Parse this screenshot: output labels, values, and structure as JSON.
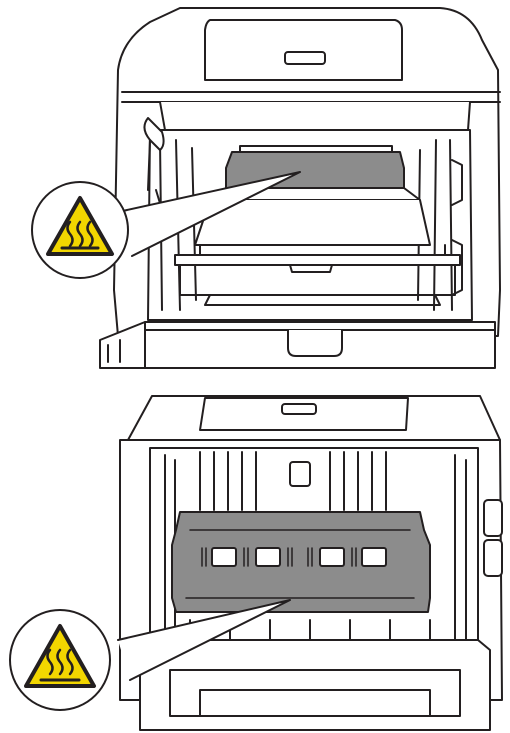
{
  "figures": [
    {
      "id": "front",
      "view": "printer-front-open",
      "callout_icon": "hot-surface-warning-icon",
      "highlighted_part": "drum-unit-hot-area"
    },
    {
      "id": "back",
      "view": "printer-back-open",
      "callout_icon": "hot-surface-warning-icon",
      "highlighted_part": "fuser-unit"
    }
  ],
  "colors": {
    "outline": "#231f20",
    "highlight_gray": "#8c8c8c",
    "warning_yellow": "#f2d600",
    "background": "#ffffff"
  }
}
